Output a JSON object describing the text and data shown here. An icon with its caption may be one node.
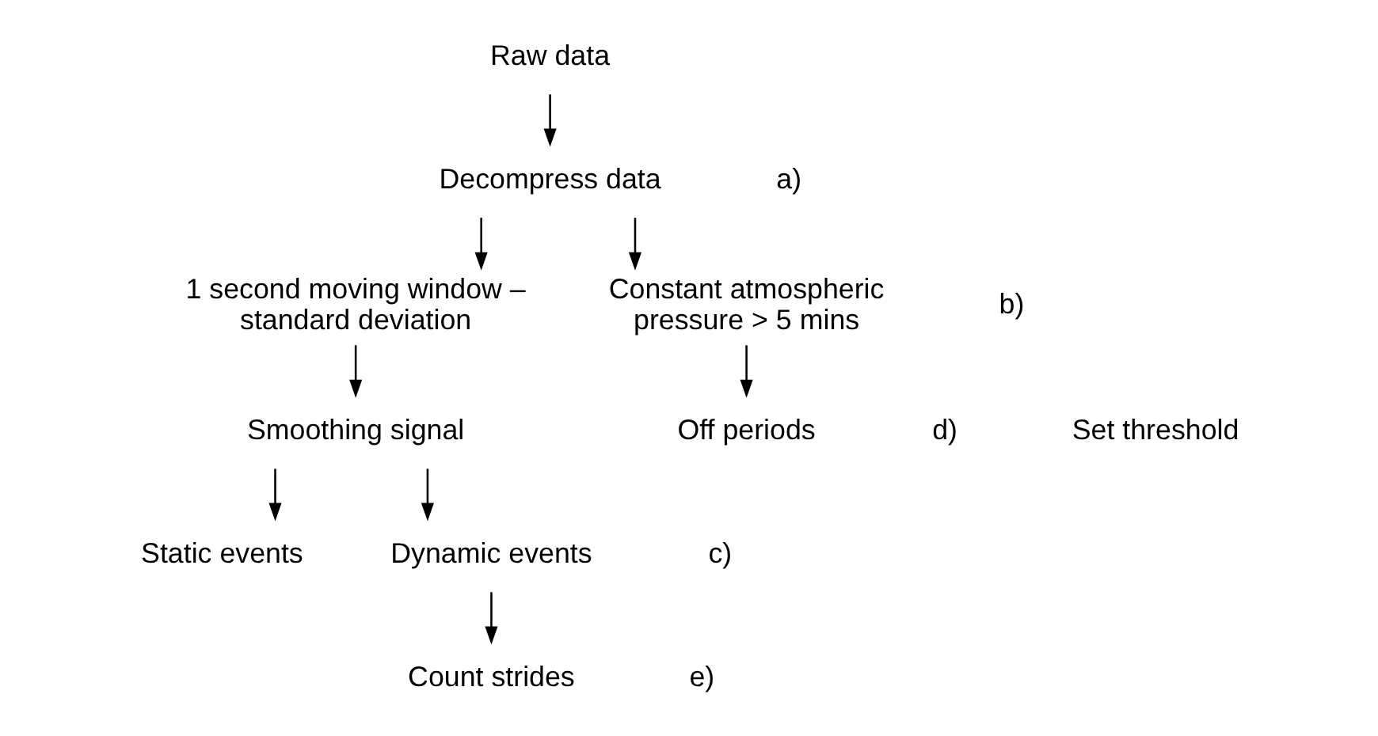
{
  "diagram": {
    "nodes": [
      {
        "text": [
          "Raw data"
        ]
      },
      {
        "text": [
          "Decompress data"
        ]
      },
      {
        "text": [
          "1 second moving window – standard deviation"
        ]
      },
      {
        "text": [
          "Constant atmospheric pressure > 5 mins"
        ]
      },
      {
        "text": [
          "Smoothing signal"
        ]
      },
      {
        "text": [
          "Off periods"
        ]
      },
      {
        "text": [
          "Static events"
        ]
      },
      {
        "text": [
          "Dynamic events"
        ]
      },
      {
        "text": [
          "Count strides"
        ]
      }
    ],
    "edges": [
      {
        "from": 0,
        "to": 1,
        "arrow": "to"
      },
      {
        "from": 1,
        "to": 2,
        "arrow": "to"
      },
      {
        "from": 1,
        "to": 3,
        "arrow": "to"
      },
      {
        "from": 2,
        "to": 4,
        "arrow": "to"
      },
      {
        "from": 3,
        "to": 5,
        "arrow": "to"
      },
      {
        "from": 4,
        "to": 6,
        "arrow": "to"
      },
      {
        "from": 4,
        "to": 7,
        "arrow": "to"
      },
      {
        "from": 7,
        "to": 8,
        "arrow": "to"
      }
    ],
    "labels": [
      "a)",
      "b)",
      "d)",
      "Set threshold",
      "c)",
      "e)"
    ]
  }
}
